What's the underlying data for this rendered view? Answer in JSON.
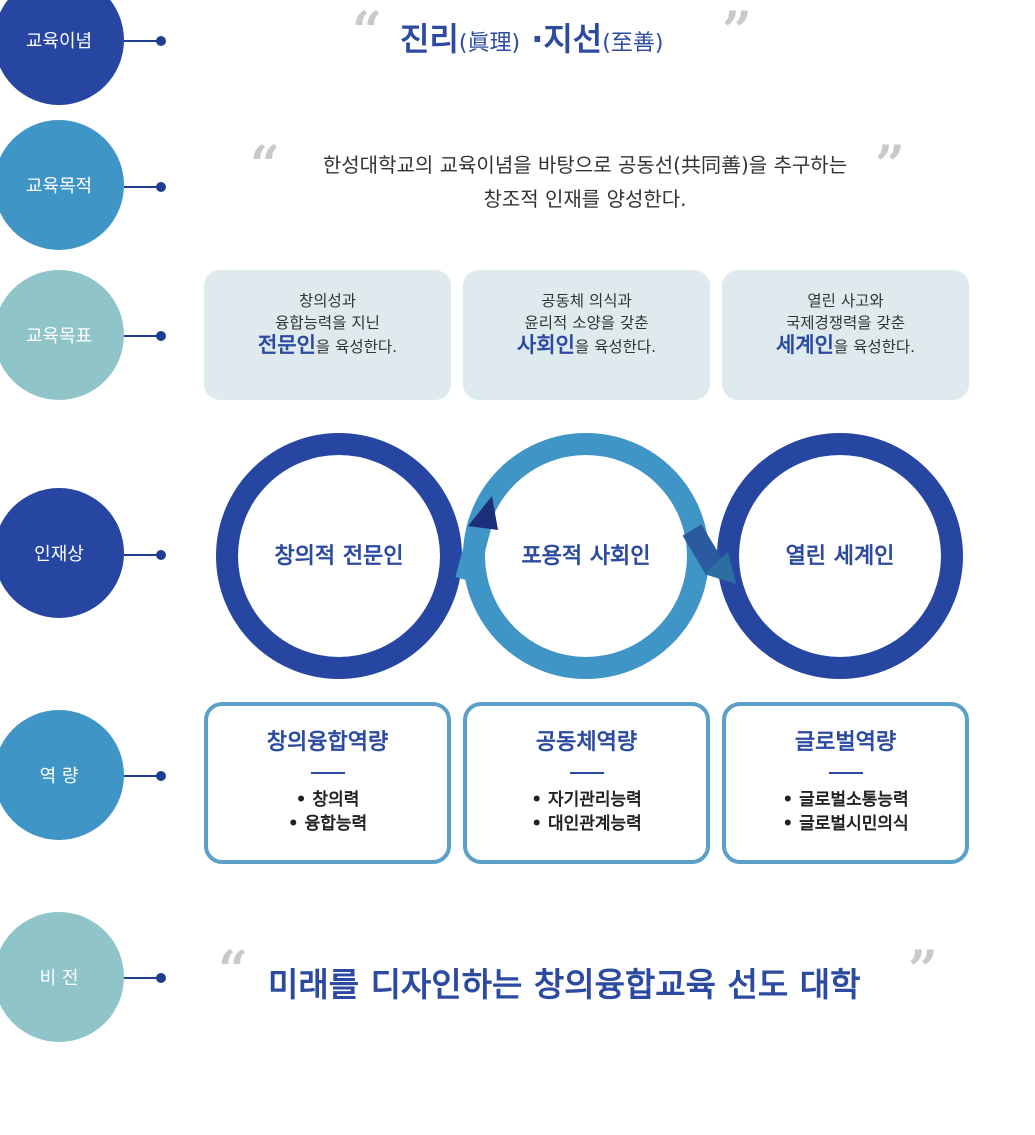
{
  "side_labels": [
    "교육이념",
    "교육목적",
    "교육목표",
    "인재상",
    "역 량",
    "비 전"
  ],
  "colors": {
    "dark_blue": "#2746a2",
    "mid_blue": "#3f95c6",
    "light_teal": "#8fc4c9",
    "text_blue": "#2c4aa0",
    "goal_bg": "#dfeaef",
    "box_border": "#5aa0c8"
  },
  "motto": {
    "part1": "진리",
    "part1_hanja": "(眞理)",
    "sep": "·",
    "part2": "지선",
    "part2_hanja": "(至善)"
  },
  "purpose": {
    "line1": "한성대학교의 교육이념을 바탕으로 공동선(共同善)을 추구하는",
    "line2": "창조적 인재를 양성한다."
  },
  "goals": [
    {
      "line1": "창의성과",
      "line2": "융합능력을 지닌",
      "emph": "전문인",
      "suffix": "을 육성한다."
    },
    {
      "line1": "공동체 의식과",
      "line2": "윤리적 소양을 갖춘",
      "emph": "사회인",
      "suffix": "을 육성한다."
    },
    {
      "line1": "열린 사고와",
      "line2": "국제경쟁력을 갖춘",
      "emph": "세계인",
      "suffix": "을 육성한다."
    }
  ],
  "talent": [
    "창의적 전문인",
    "포용적 사회인",
    "열린 세계인"
  ],
  "competencies": [
    {
      "title": "창의융합역량",
      "items": [
        "• 창의력",
        "• 융합능력"
      ]
    },
    {
      "title": "공동체역량",
      "items": [
        "• 자기관리능력",
        "• 대인관계능력"
      ]
    },
    {
      "title": "글로벌역량",
      "items": [
        "• 글로벌소통능력",
        "• 글로벌시민의식"
      ]
    }
  ],
  "vision": "미래를 디자인하는 창의융합교육 선도 대학",
  "quote_open": "“",
  "quote_close": "”"
}
